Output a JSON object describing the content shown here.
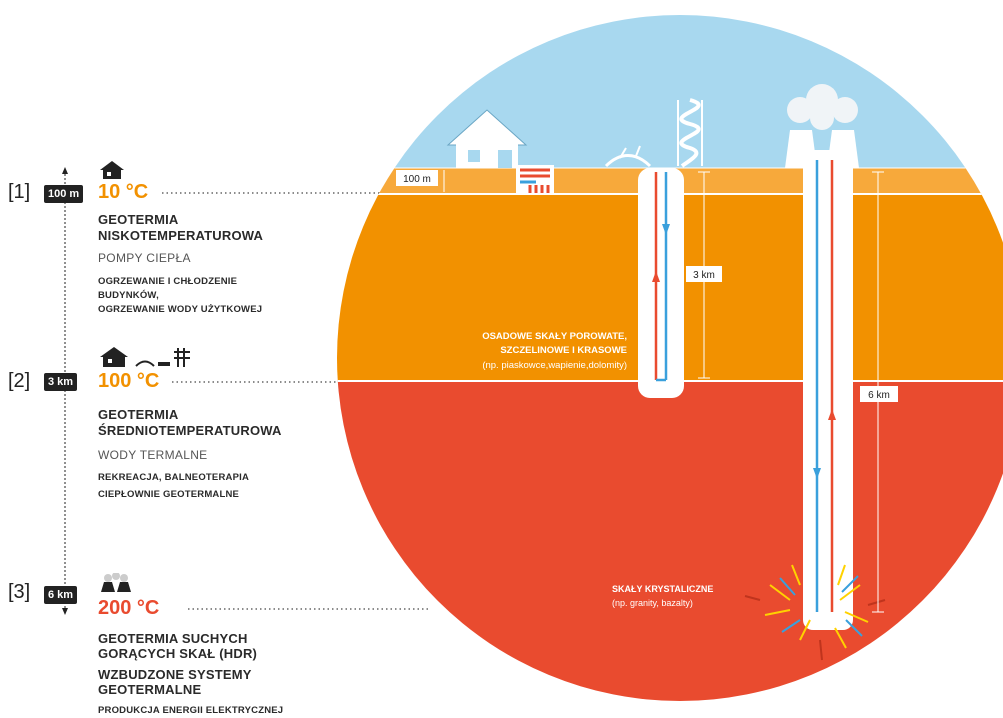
{
  "levels": [
    {
      "index": "[1]",
      "depth": "100 m",
      "temperature": "10 °C",
      "title_1": "GEOTERMIA",
      "title_2": "NISKOTEMPERATUROWA",
      "subtitle": "POMPY CIEPŁA",
      "use_1": "OGRZEWANIE I CHŁODZENIE",
      "use_2": "BUDYNKÓW,",
      "use_3": "OGRZEWANIE WODY UŻYTKOWEJ"
    },
    {
      "index": "[2]",
      "depth": "3 km",
      "temperature": "100 °C",
      "title_1": "GEOTERMIA",
      "title_2": "ŚREDNIOTEMPERATUROWA",
      "subtitle": "WODY TERMALNE",
      "use_1": "REKREACJA, BALNEOTERAPIA",
      "use_2": "CIEPŁOWNIE GEOTERMALNE"
    },
    {
      "index": "[3]",
      "depth": "6 km",
      "temperature": "200 °C",
      "title_1": "GEOTERMIA SUCHYCH",
      "title_2": "GORĄCYCH SKAŁ (HDR)",
      "title_3": "WZBUDZONE SYSTEMY",
      "title_4": "GEOTERMALNE",
      "use_1": "PRODUKCJA ENERGII ELEKTRYCZNEJ"
    }
  ],
  "globe": {
    "depth_100m": "100 m",
    "depth_3km": "3 km",
    "depth_6km": "6 km",
    "rock_sedimentary_1": "OSADOWE SKAŁY POROWATE,",
    "rock_sedimentary_2": "SZCZELINOWE I KRASOWE",
    "rock_sedimentary_3": "(np. piaskowce,wapienie,dolomity)",
    "rock_crystalline_1": "SKAŁY KRYSTALICZNE",
    "rock_crystalline_2": "(np. granity, bazalty)"
  },
  "colors": {
    "sky": "#a8d8ef",
    "shallow_layer": "#f7a93b",
    "sedimentary_layer": "#f29100",
    "crystalline_layer": "#e94b2f",
    "hot_pipe": "#e94b2f",
    "cold_pipe": "#3aa0dc"
  }
}
